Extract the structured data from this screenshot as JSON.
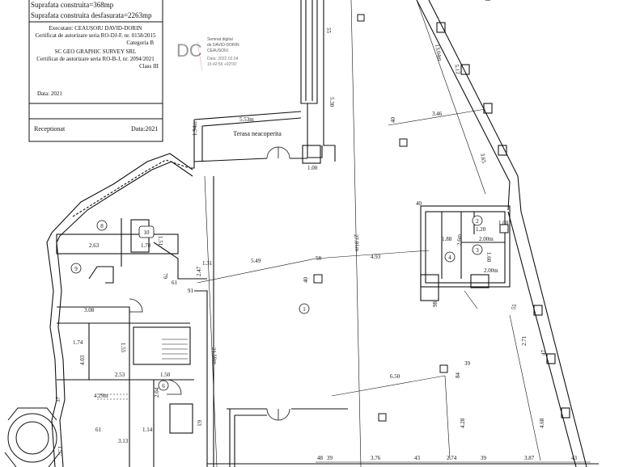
{
  "title_block": {
    "area_built": "Suprafata construita=368mp",
    "area_developed": "Suprafata construita desfasurata=2263mp",
    "executant_name": "Executant: CEAUȘOIU DAVID-DORIN",
    "executant_cert": "Certificat de autorizare seria RO-DJ-F, nr. 0158/2015",
    "executant_category": "Categoria B",
    "company_name": "SC GEO GRAPHIC SURVEY SRL",
    "company_cert": "Certificat de autorizare seria RO-B-J, nr. 2094/2021",
    "company_class": "Class III",
    "date_line": "Data: 2021",
    "receptionat": "Receptionat",
    "data_receptie": "Data:2021"
  },
  "signature": {
    "logo": "DC",
    "line1": "Semnat digital",
    "line2": "de DAVID-DORIN",
    "line3": "CEAUSOIU",
    "line4": "Data: 2022.02.04",
    "line5": "15:42:56 +02'00'"
  },
  "rooms": {
    "terrace": "Terasa neacoperita",
    "r1": "1",
    "r2": "2",
    "r3": "3",
    "r4": "4",
    "r6": "6",
    "r8": "8",
    "r9": "9",
    "r10": "10"
  },
  "dims": {
    "d_553": "5.53m",
    "d_194": "1.94m",
    "d_100a": "1.00",
    "d_530": "5.30",
    "d_55": "55",
    "d_1304": "13.04m",
    "d_512": "5.12",
    "d_346": "3.46",
    "d_40a": "40",
    "d_365": "3.65",
    "d_40b": "40",
    "d_120": "1.20",
    "d_100b": "1.00",
    "d_188": "1.88",
    "d_200a": "2.00m",
    "d_26": "2.6m",
    "d_160": "1.60",
    "d_200b": "2.00m",
    "d_2781": "27.81m",
    "d_493": "4.93",
    "d_549": "5.49",
    "d_131": "1.31",
    "d_58": "58",
    "d_40c": "40",
    "d_263": "2.63",
    "d_178": "1.78",
    "d_151": "1.51",
    "d_79": "79",
    "d_247": "2.47",
    "d_61a": "61",
    "d_91": "91",
    "d_308": "3.08",
    "d_174": "1.74",
    "d_155": "1.55",
    "d_403": "4.03",
    "d_253": "2.53",
    "d_150": "1.50",
    "d_429": "4.29m",
    "d_204": "2.04",
    "d_37": "37",
    "d_61b": "61",
    "d_114": "1.14",
    "d_313": "3.13",
    "d_197": "1.97",
    "d_2159": "21.59m",
    "d_98": "98",
    "d_55b": "55",
    "d_271": "2.71",
    "d_47": "47",
    "d_39": "39",
    "d_84": "84",
    "d_650": "6.50",
    "d_428": "4.28",
    "d_468": "4.68",
    "d_63": "63",
    "b_48": "48",
    "b_39a": "39",
    "b_376": "3.76",
    "b_43a": "43",
    "b_274": "2.74",
    "b_39b": "39",
    "b_387": "3.87",
    "b_43b": "43"
  }
}
